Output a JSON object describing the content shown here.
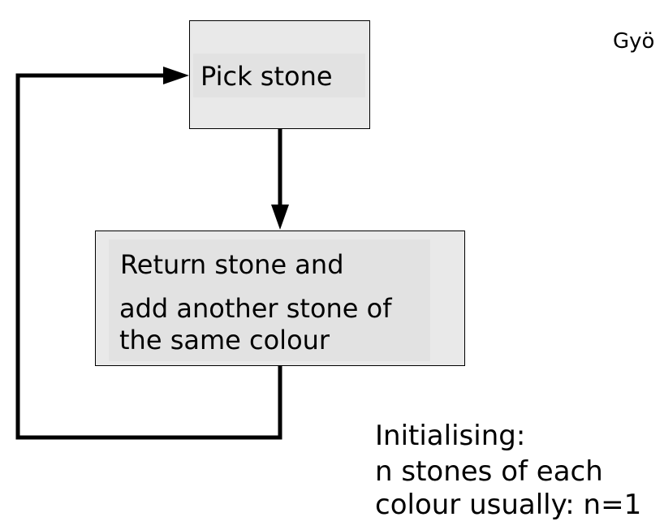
{
  "flowchart": {
    "pick_box": {
      "label": "Pick stone"
    },
    "return_box": {
      "lines": [
        "Return stone and",
        "add another stone of",
        "the same colour"
      ]
    },
    "corner_text": "Gyö",
    "initialising": {
      "title": "Initialising:",
      "lines": [
        "n stones of each",
        "colour usually: n=1"
      ]
    },
    "colors": {
      "box_fill": "#e9e9e9",
      "box_inner_fill": "#e2e2e2",
      "stroke": "#000000",
      "background": "#ffffff"
    }
  }
}
